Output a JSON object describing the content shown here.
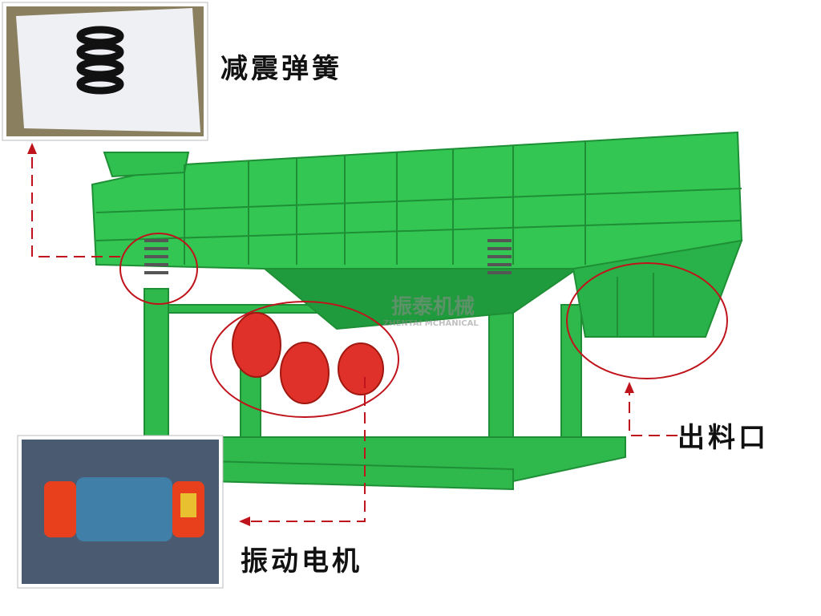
{
  "labels": {
    "spring": "减震弹簧",
    "outlet": "出料口",
    "motor": "振动电机"
  },
  "watermark": {
    "brand_cn": "振泰机械",
    "brand_en": "ZHENTAI MCHANICAL"
  },
  "colors": {
    "machine_green": "#2fbf4f",
    "callout_red": "#c0141c",
    "motor_red": "#e0302a"
  }
}
